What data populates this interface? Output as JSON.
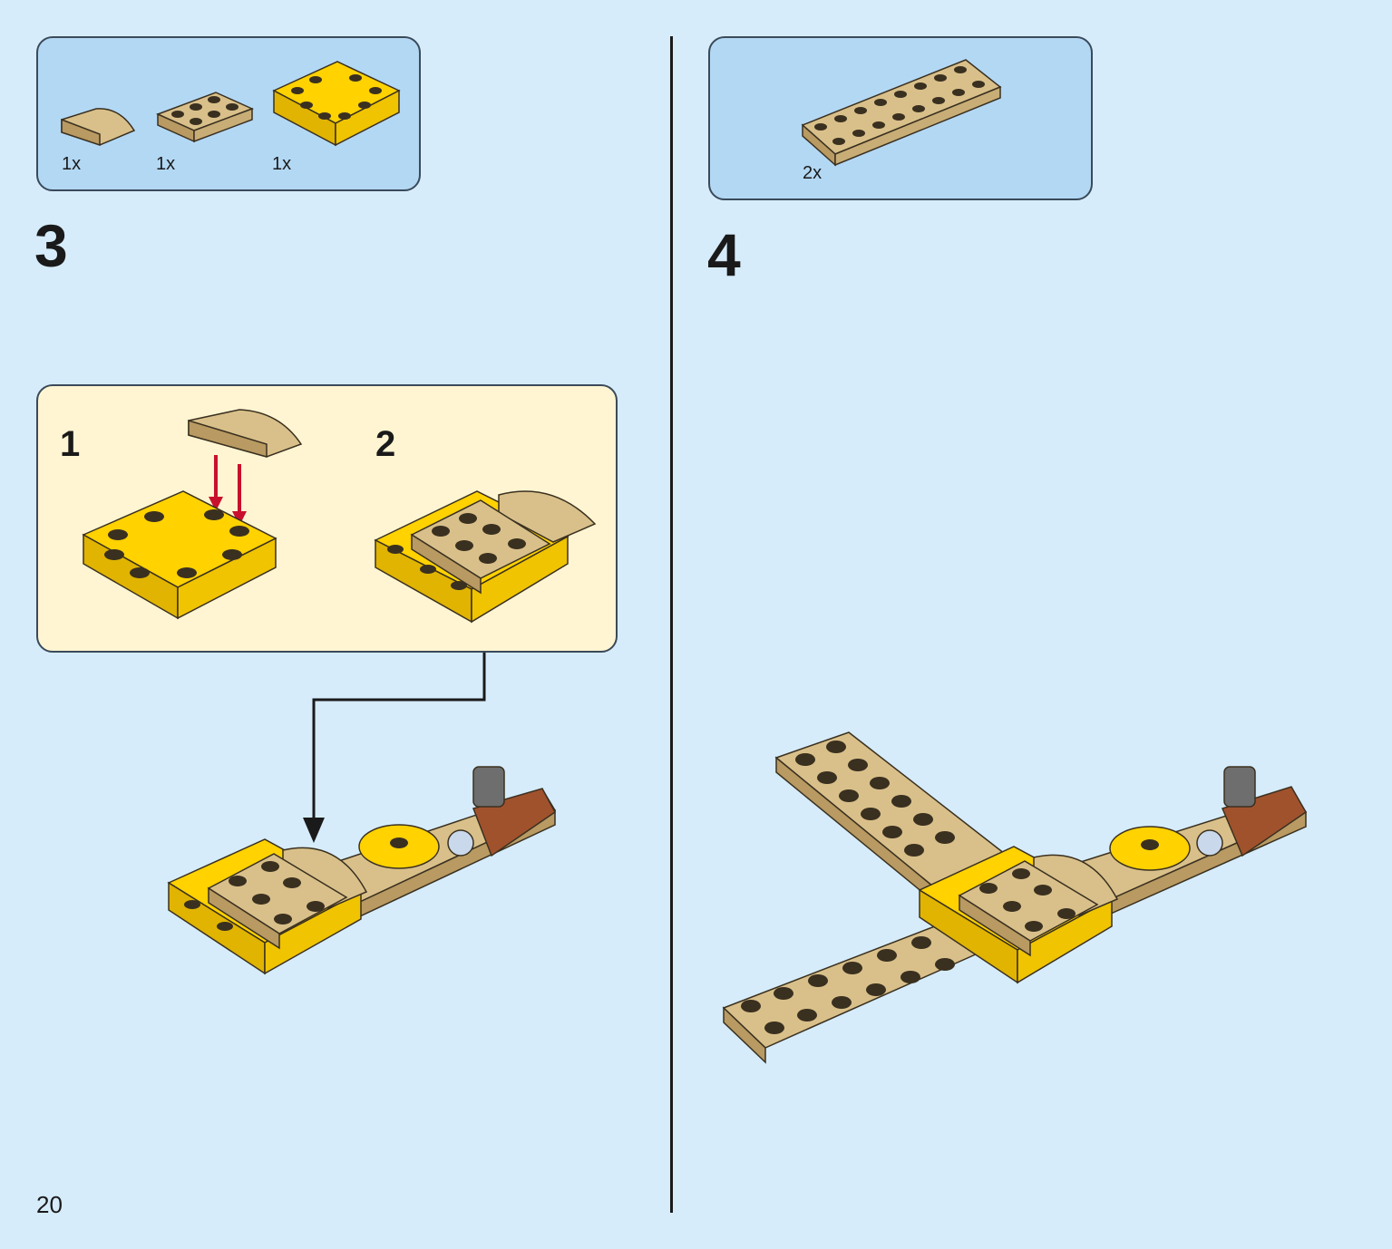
{
  "page_number": "20",
  "steps": [
    {
      "number": "3",
      "parts": [
        {
          "icon": "tan-curved-slope-icon",
          "qty": "1x"
        },
        {
          "icon": "tan-plate-2x3-icon",
          "qty": "1x"
        },
        {
          "icon": "yellow-round-plate-icon",
          "qty": "1x"
        }
      ],
      "substeps": [
        "1",
        "2"
      ]
    },
    {
      "number": "4",
      "parts": [
        {
          "icon": "tan-plate-2x8-icon",
          "qty": "2x"
        }
      ]
    }
  ],
  "colors": {
    "background": "#d6ecfa",
    "parts_box": "#b3d8f4",
    "callout": "#fff5d2",
    "yellow": "#ffd200",
    "tan": "#d9c08a",
    "arrow_red": "#c8102e"
  }
}
